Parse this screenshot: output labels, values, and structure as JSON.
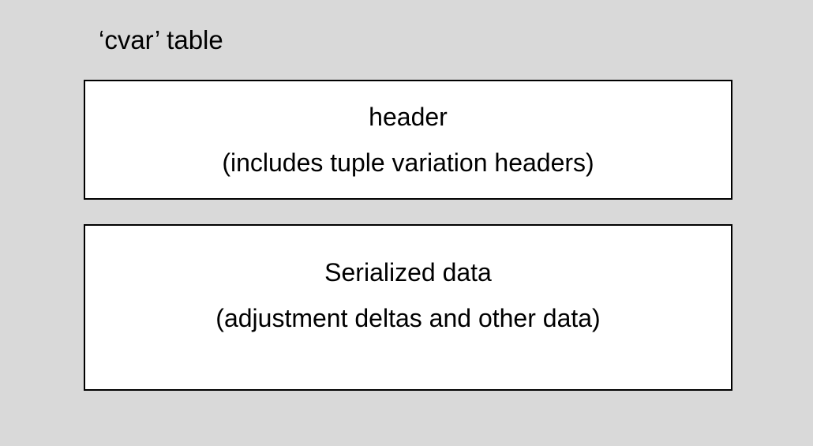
{
  "diagram": {
    "title": "‘cvar’ table",
    "boxes": [
      {
        "name": "header",
        "line1": "header",
        "line2": "(includes tuple variation headers)"
      },
      {
        "name": "serialized-data",
        "line1": "Serialized data",
        "line2": "(adjustment deltas and other data)"
      }
    ],
    "colors": {
      "canvas_background": "#d9d9d9",
      "box_fill": "#ffffff",
      "box_border": "#000000",
      "text": "#000000"
    }
  }
}
